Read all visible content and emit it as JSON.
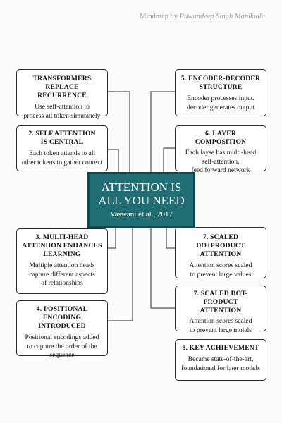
{
  "credit": {
    "prefix": "Mindmap by ",
    "author": "Pawandeep Singh Maniktala"
  },
  "central": {
    "title": "ATTENTION IS\nALL YOU NEED",
    "subtitle": "Vaswani et al., 2017"
  },
  "left_nodes": [
    {
      "title": "TRANSFORMERS\nREPLACE RECURRENCE",
      "body": "Use self-attention to\nprocess all token simutanely"
    },
    {
      "title": "2. SELF ATTENTION\nIS CENTRAL",
      "body": "Each token attends to all\nother tokens to gather context"
    },
    {
      "title": "3. MULTI-HEAD\nATTENHON ENHANCES\nLEARNING",
      "body": "Multiple attention heads\ncapture different aspects\nof relationships"
    },
    {
      "title": "4. POSITIONAL ENCODING\nINTRODUCED",
      "body": "Positional encodings added\nto capture the order of the\nsequence"
    }
  ],
  "right_nodes": [
    {
      "title": "5. ENCODER-DECODER\nSTRUCTURE",
      "body": "Encoder processes input.\ndecoder generates output"
    },
    {
      "title": "6. LAYER COMPOSITION",
      "body": "Each layse has multi-head\nself-attention,\nfeed forward network"
    },
    {
      "title": "7. SCALED DO+PRODUCT\nATTENTION",
      "body": "Attention scores scaled\nto prevent large values"
    },
    {
      "title": "7. SCALED DOT-PRODUCT\nATTENTION",
      "body": "Attention scores scaled\nto prevent large molels"
    },
    {
      "title": "8. KEY ACHIEVEMENT",
      "body": "Became state-of-the-art,\nfoundational for later models"
    }
  ]
}
